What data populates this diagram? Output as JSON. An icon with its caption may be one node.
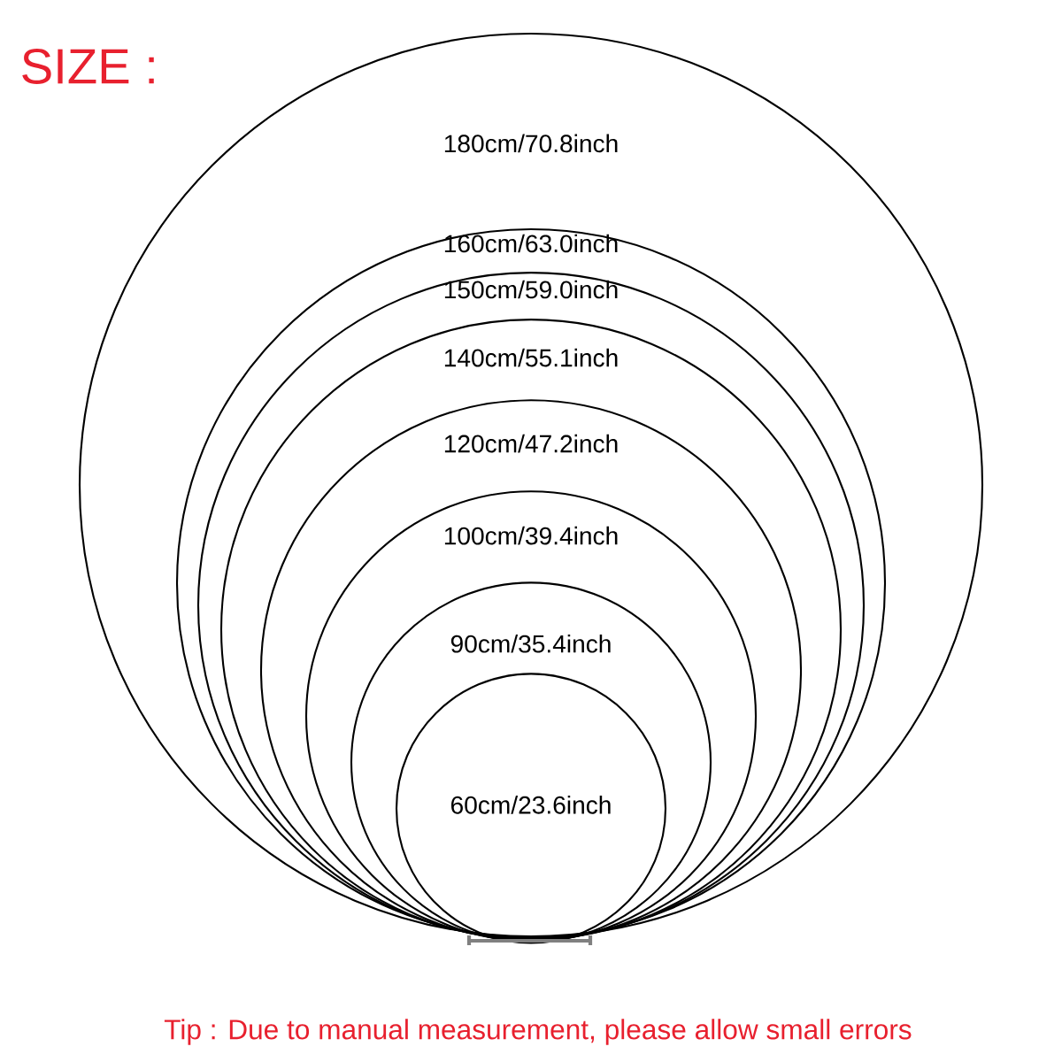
{
  "diagram": {
    "title": "SIZE :",
    "caption": "Tip : Due to manual measurement, please allow small errors",
    "nodes": [
      {
        "text": [
          "180cm/70.8inch"
        ]
      },
      {
        "text": [
          "160cm/63.0inch"
        ],
        "in": 0
      },
      {
        "text": [
          "150cm/59.0inch"
        ],
        "in": 1
      },
      {
        "text": [
          "140cm/55.1inch"
        ],
        "in": 2
      },
      {
        "text": [
          "120cm/47.2inch"
        ],
        "in": 3
      },
      {
        "text": [
          "100cm/39.4inch"
        ],
        "in": 4
      },
      {
        "text": [
          "90cm/35.4inch"
        ],
        "in": 5
      },
      {
        "text": [
          "60cm/23.6inch"
        ],
        "in": 6
      }
    ]
  }
}
